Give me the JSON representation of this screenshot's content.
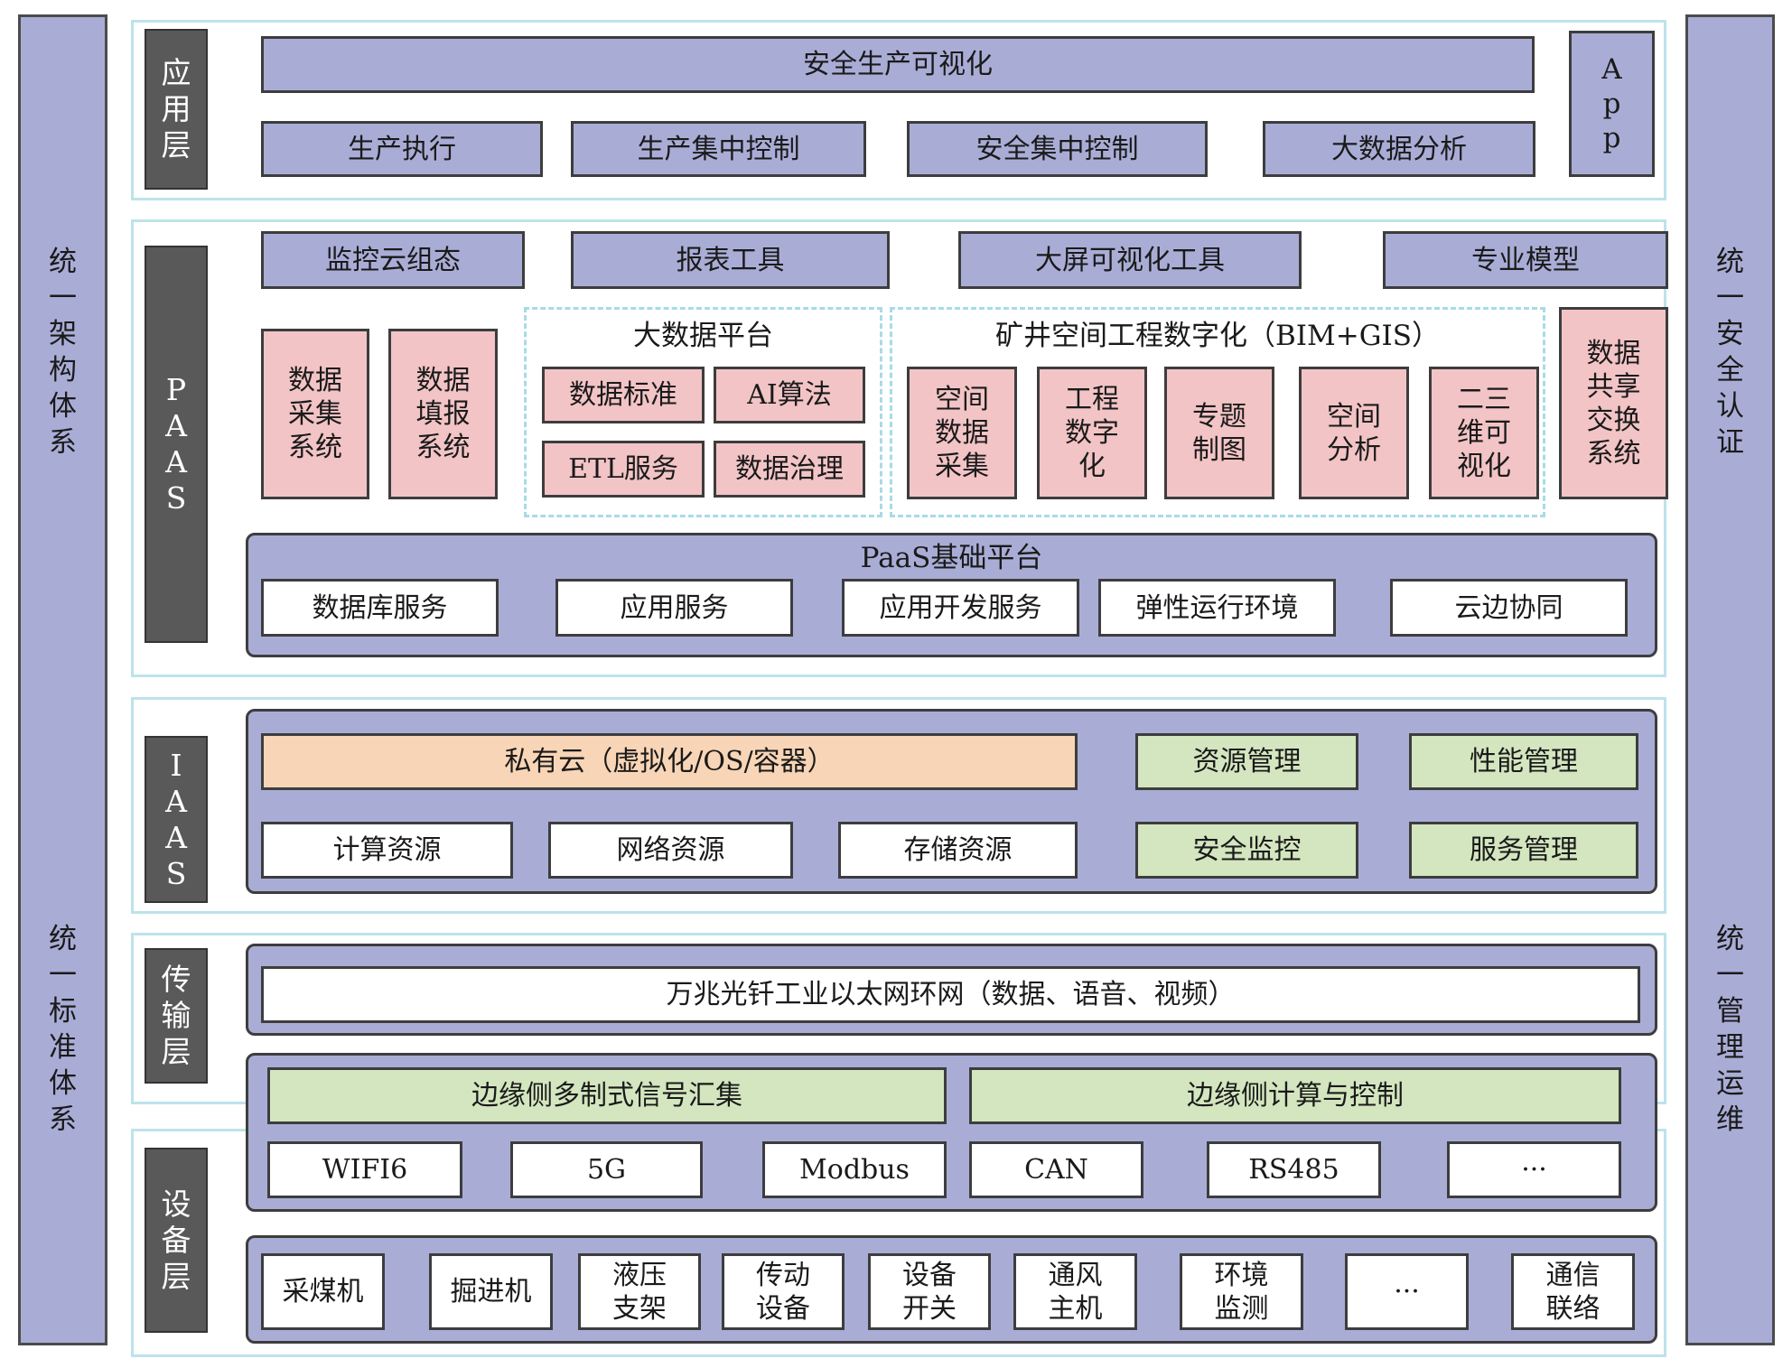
{
  "side_left": {
    "top": "统一架构体系",
    "bottom": "统一标准体系"
  },
  "side_right": {
    "top": "统一安全认证",
    "bottom": "统一管理运维"
  },
  "layers": {
    "app": "应用层",
    "paas": "PAAS",
    "iaas": "IAAS",
    "trans": "传输层",
    "device": "设备层"
  },
  "app": {
    "title": "安全生产可视化",
    "side": "App",
    "items": [
      "生产执行",
      "生产集中控制",
      "安全集中控制",
      "大数据分析"
    ]
  },
  "paas": {
    "tools": [
      "监控云组态",
      "报表工具",
      "大屏可视化工具",
      "专业模型"
    ],
    "left_systems": [
      "数据\n采集\n系统",
      "数据\n填报\n系统"
    ],
    "bigdata": {
      "title": "大数据平台",
      "items": [
        "数据标准",
        "AI算法",
        "ETL服务",
        "数据治理"
      ]
    },
    "mine": {
      "title": "矿井空间工程数字化（BIM+GIS）",
      "items": [
        "空间\n数据\n采集",
        "工程\n数字\n化",
        "专题\n制图",
        "空间\n分析",
        "二三\n维可\n视化"
      ]
    },
    "share": "数据\n共享\n交换\n系统",
    "base": {
      "title": "PaaS基础平台",
      "items": [
        "数据库服务",
        "应用服务",
        "应用开发服务",
        "弹性运行环境",
        "云边协同"
      ]
    }
  },
  "iaas": {
    "private_cloud": "私有云（虚拟化/OS/容器）",
    "resources": [
      "计算资源",
      "网络资源",
      "存储资源"
    ],
    "mgmt": [
      "资源管理",
      "性能管理",
      "安全监控",
      "服务管理"
    ]
  },
  "trans": {
    "network": "万兆光钎工业以太网环网（数据、语音、视频）"
  },
  "edge": {
    "headers": [
      "边缘侧多制式信号汇集",
      "边缘侧计算与控制"
    ],
    "protocols": [
      "WIFI6",
      "5G",
      "Modbus",
      "CAN",
      "RS485",
      "···"
    ]
  },
  "devices": [
    "采煤机",
    "掘进机",
    "液压\n支架",
    "传动\n设备",
    "设备\n开关",
    "通风\n主机",
    "环境\n监测",
    "···",
    "通信\n联络"
  ]
}
